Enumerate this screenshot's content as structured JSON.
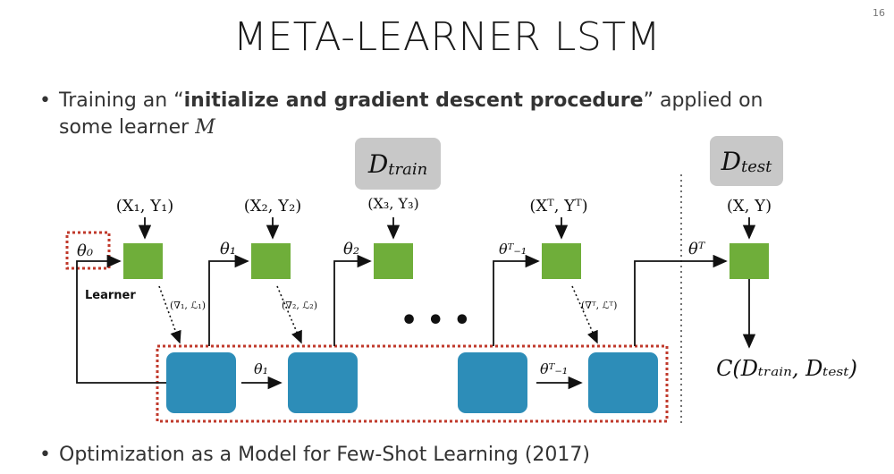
{
  "page_number": "16",
  "title": "META-LEARNER LSTM",
  "bullet1": {
    "prefix": "Training an “",
    "bold": "initialize and gradient descent procedure",
    "suffix": "” applied on",
    "line2_text": "some learner ",
    "line2_var": "M"
  },
  "bullet2": "Optimization as a Model for Few-Shot Learning (2017)",
  "diagram": {
    "d_train": {
      "base": "D",
      "sub": "train"
    },
    "d_test": {
      "base": "D",
      "sub": "test"
    },
    "inputs": [
      "(X₁, Y₁)",
      "(X₂, Y₂)",
      "(X₃, Y₃)",
      "(Xᵀ, Yᵀ)",
      "(X, Y)"
    ],
    "thetas": [
      "θ₀",
      "θ₁",
      "θ₂",
      "θᵀ₋₁",
      "θᵀ"
    ],
    "learner_label": "Learner",
    "grad_labels": [
      "(∇₁, ℒ₁)",
      "(∇₂, ℒ₂)",
      "(∇ᵀ, ℒᵀ)"
    ],
    "lstm_theta_labels": [
      "θ₁",
      "θᵀ₋₁"
    ],
    "ellipsis": "• • •",
    "cost": "C(Dₜᵣₐᵢₙ, Dₜₑₛₜ)",
    "colors": {
      "learner": "#6fae3a",
      "lstm": "#2d8db8",
      "dotted": "#c0392b"
    }
  }
}
